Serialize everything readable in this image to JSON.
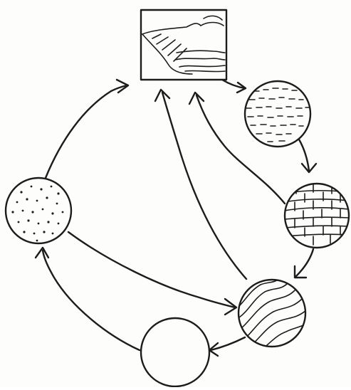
{
  "diagram": {
    "type": "rock-cycle-sketch",
    "nodes": [
      {
        "id": "landscape",
        "icon": "landscape-sketch-icon",
        "pattern": "cliff-and-water"
      },
      {
        "id": "sediment",
        "icon": "sediment-circle-icon",
        "pattern": "dashes"
      },
      {
        "id": "sedimentary",
        "icon": "sedimentary-rock-circle-icon",
        "pattern": "brick-layers"
      },
      {
        "id": "metamorphic",
        "icon": "metamorphic-rock-circle-icon",
        "pattern": "wavy-bands"
      },
      {
        "id": "magma",
        "icon": "magma-circle-icon",
        "pattern": "blank"
      },
      {
        "id": "igneous",
        "icon": "igneous-rock-circle-icon",
        "pattern": "speckles"
      }
    ],
    "edges": [
      {
        "from": "landscape",
        "to": "sediment"
      },
      {
        "from": "sediment",
        "to": "sedimentary"
      },
      {
        "from": "sedimentary",
        "to": "metamorphic"
      },
      {
        "from": "metamorphic",
        "to": "magma"
      },
      {
        "from": "magma",
        "to": "igneous"
      },
      {
        "from": "igneous",
        "to": "landscape"
      },
      {
        "from": "igneous",
        "to": "metamorphic"
      },
      {
        "from": "sedimentary",
        "to": "landscape"
      },
      {
        "from": "metamorphic",
        "to": "landscape"
      }
    ]
  }
}
